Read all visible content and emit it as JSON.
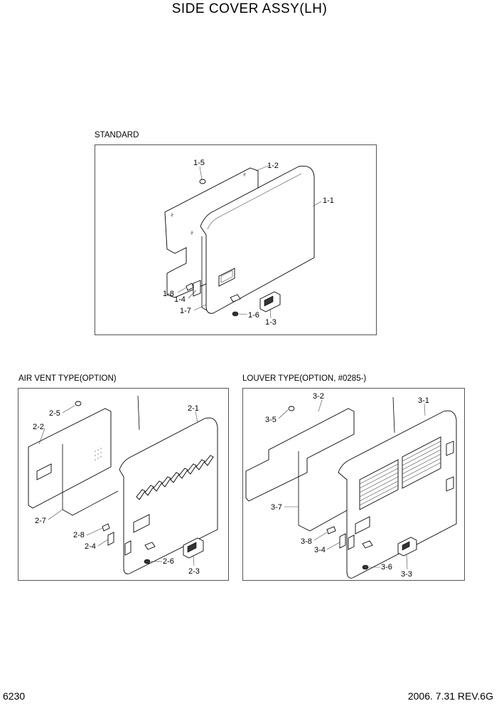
{
  "title": "SIDE COVER ASSY(LH)",
  "sections": {
    "standard": "STANDARD",
    "air_vent": "AIR VENT TYPE(OPTION)",
    "louver": "LOUVER TYPE(OPTION, #0285-)"
  },
  "parts": {
    "standard": [
      "1-1",
      "1-2",
      "1-3",
      "1-4",
      "1-5",
      "1-6",
      "1-7",
      "1-8"
    ],
    "air_vent": [
      "2-1",
      "2-2",
      "2-3",
      "2-4",
      "2-5",
      "2-6",
      "2-7",
      "2-8"
    ],
    "louver": [
      "3-1",
      "3-2",
      "3-3",
      "3-4",
      "3-5",
      "3-6",
      "3-7",
      "3-8"
    ]
  },
  "footer": {
    "page": "6230",
    "date_rev": "2006. 7.31  REV.6G"
  }
}
